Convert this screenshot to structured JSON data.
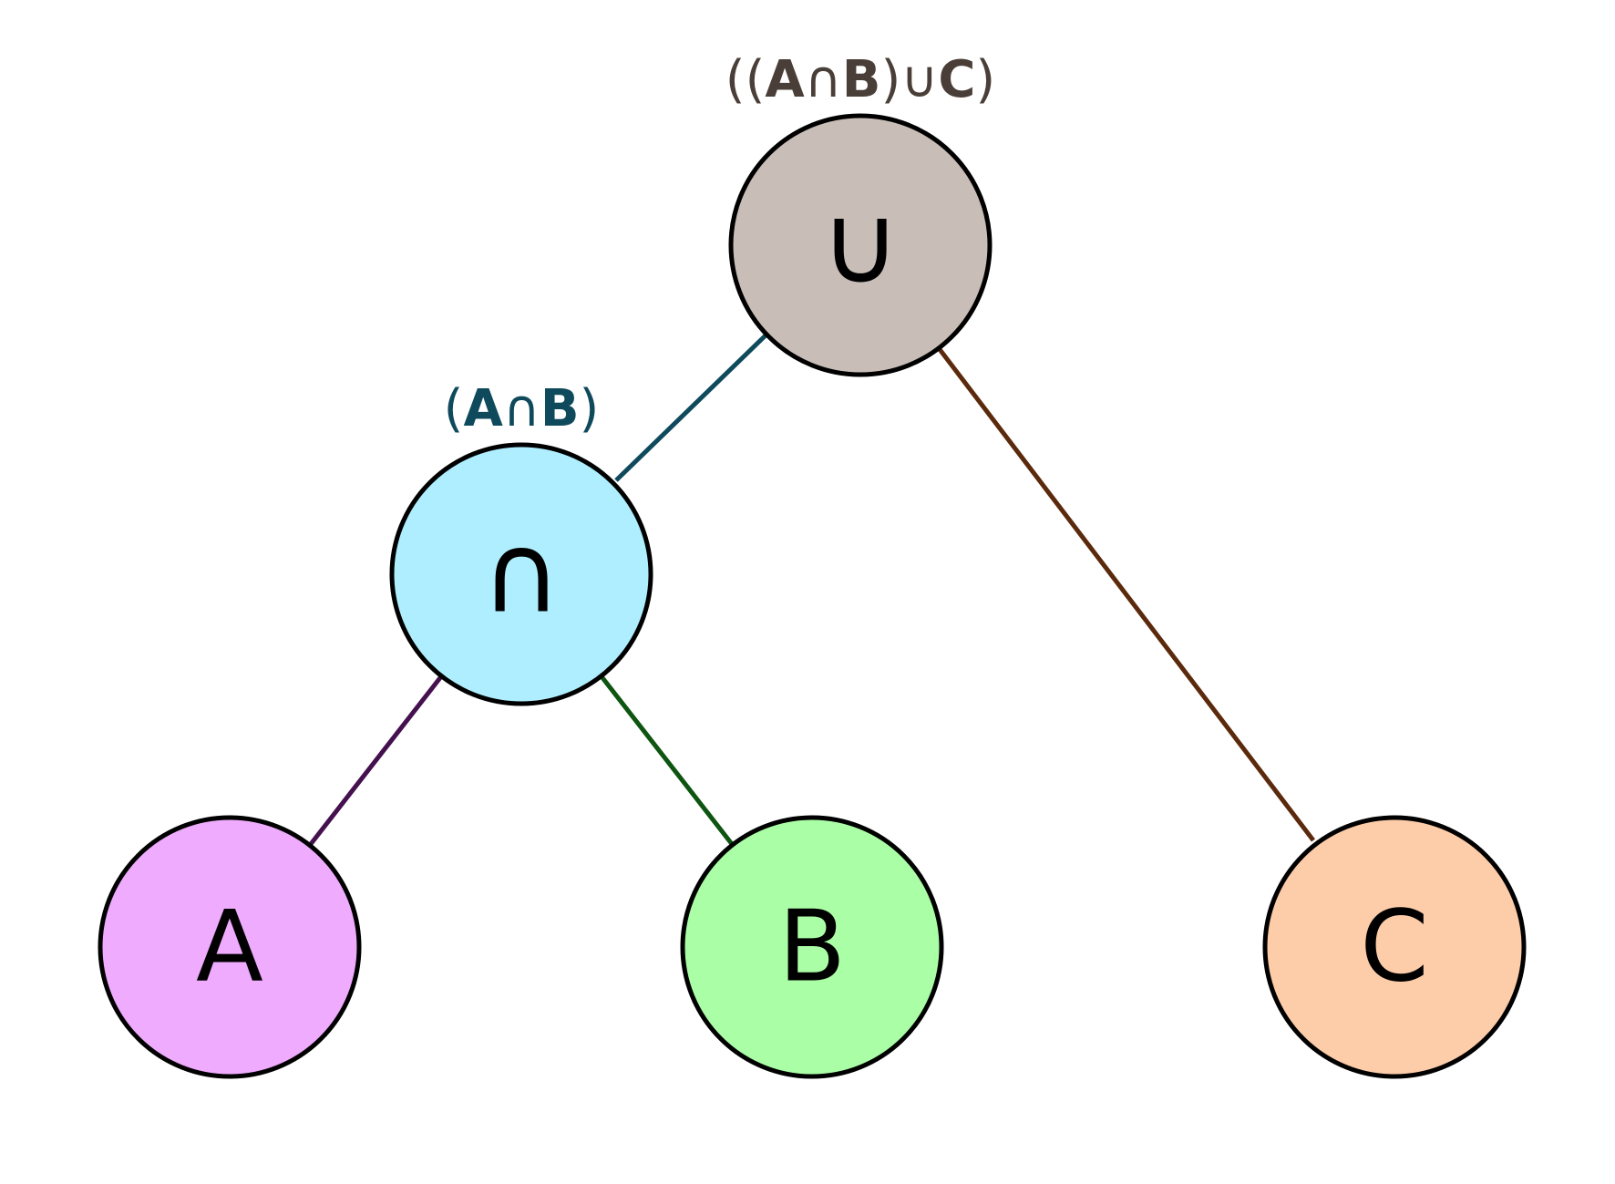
{
  "colors": {
    "root_fill": "#c8bdb7",
    "intersect_fill": "#aeeefe",
    "a_fill": "#efabfd",
    "b_fill": "#aafea6",
    "c_fill": "#fdcca9",
    "edge_root_intersect": "#0f4a5c",
    "edge_root_c": "#5b2a0d",
    "edge_intersect_a": "#45104e",
    "edge_intersect_b": "#0d5510",
    "root_label_color": "#4a3f38",
    "intersect_label_color": "#0f4a5c"
  },
  "nodes": {
    "root": {
      "symbol": "∪",
      "label": {
        "open": "((",
        "a": "A",
        "op1": "∩",
        "b": "B",
        "mid": ")",
        "op2": "∪",
        "c": "C",
        "close": ")"
      }
    },
    "intersect": {
      "symbol": "∩",
      "label": {
        "open": "(",
        "a": "A",
        "op": "∩",
        "b": "B",
        "close": ")"
      }
    },
    "a": {
      "symbol": "A"
    },
    "b": {
      "symbol": "B"
    },
    "c": {
      "symbol": "C"
    }
  }
}
